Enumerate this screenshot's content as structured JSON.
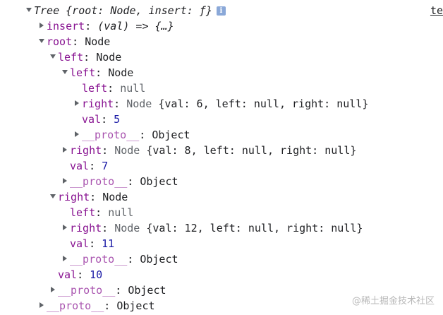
{
  "tree": {
    "root_line": {
      "label": "Tree",
      "preview": "{root: Node, insert: ƒ}",
      "info_icon": "i"
    },
    "insert_line": {
      "key": "insert",
      "sep": ": ",
      "value": "(val) => {…}"
    },
    "root": {
      "key": "root",
      "sep": ": ",
      "class": "Node",
      "left": {
        "key": "left",
        "sep": ": ",
        "class": "Node",
        "left": {
          "key": "left",
          "sep": ": ",
          "class": "Node",
          "left_null": {
            "key": "left",
            "sep": ": ",
            "value": "null"
          },
          "right": {
            "key": "right",
            "sep": ": ",
            "class": "Node",
            "preview": "{val: 6, left: null, right: null}"
          },
          "val": {
            "key": "val",
            "sep": ": ",
            "value": "5"
          },
          "proto": {
            "key": "__proto__",
            "sep": ": ",
            "value": "Object"
          }
        },
        "right": {
          "key": "right",
          "sep": ": ",
          "class": "Node",
          "preview": "{val: 8, left: null, right: null}"
        },
        "val": {
          "key": "val",
          "sep": ": ",
          "value": "7"
        },
        "proto": {
          "key": "__proto__",
          "sep": ": ",
          "value": "Object"
        }
      },
      "right": {
        "key": "right",
        "sep": ": ",
        "class": "Node",
        "left_null": {
          "key": "left",
          "sep": ": ",
          "value": "null"
        },
        "right": {
          "key": "right",
          "sep": ": ",
          "class": "Node",
          "preview": "{val: 12, left: null, right: null}"
        },
        "val": {
          "key": "val",
          "sep": ": ",
          "value": "11"
        },
        "proto": {
          "key": "__proto__",
          "sep": ": ",
          "value": "Object"
        }
      },
      "val": {
        "key": "val",
        "sep": ": ",
        "value": "10"
      },
      "proto": {
        "key": "__proto__",
        "sep": ": ",
        "value": "Object"
      }
    },
    "proto": {
      "key": "__proto__",
      "sep": ": ",
      "value": "Object"
    }
  },
  "source_link": "te",
  "watermark": "@稀土掘金技术社区",
  "colors": {
    "key": "#881391",
    "number": "#1a1aa6",
    "muted": "#5f6368",
    "text": "#202124"
  }
}
